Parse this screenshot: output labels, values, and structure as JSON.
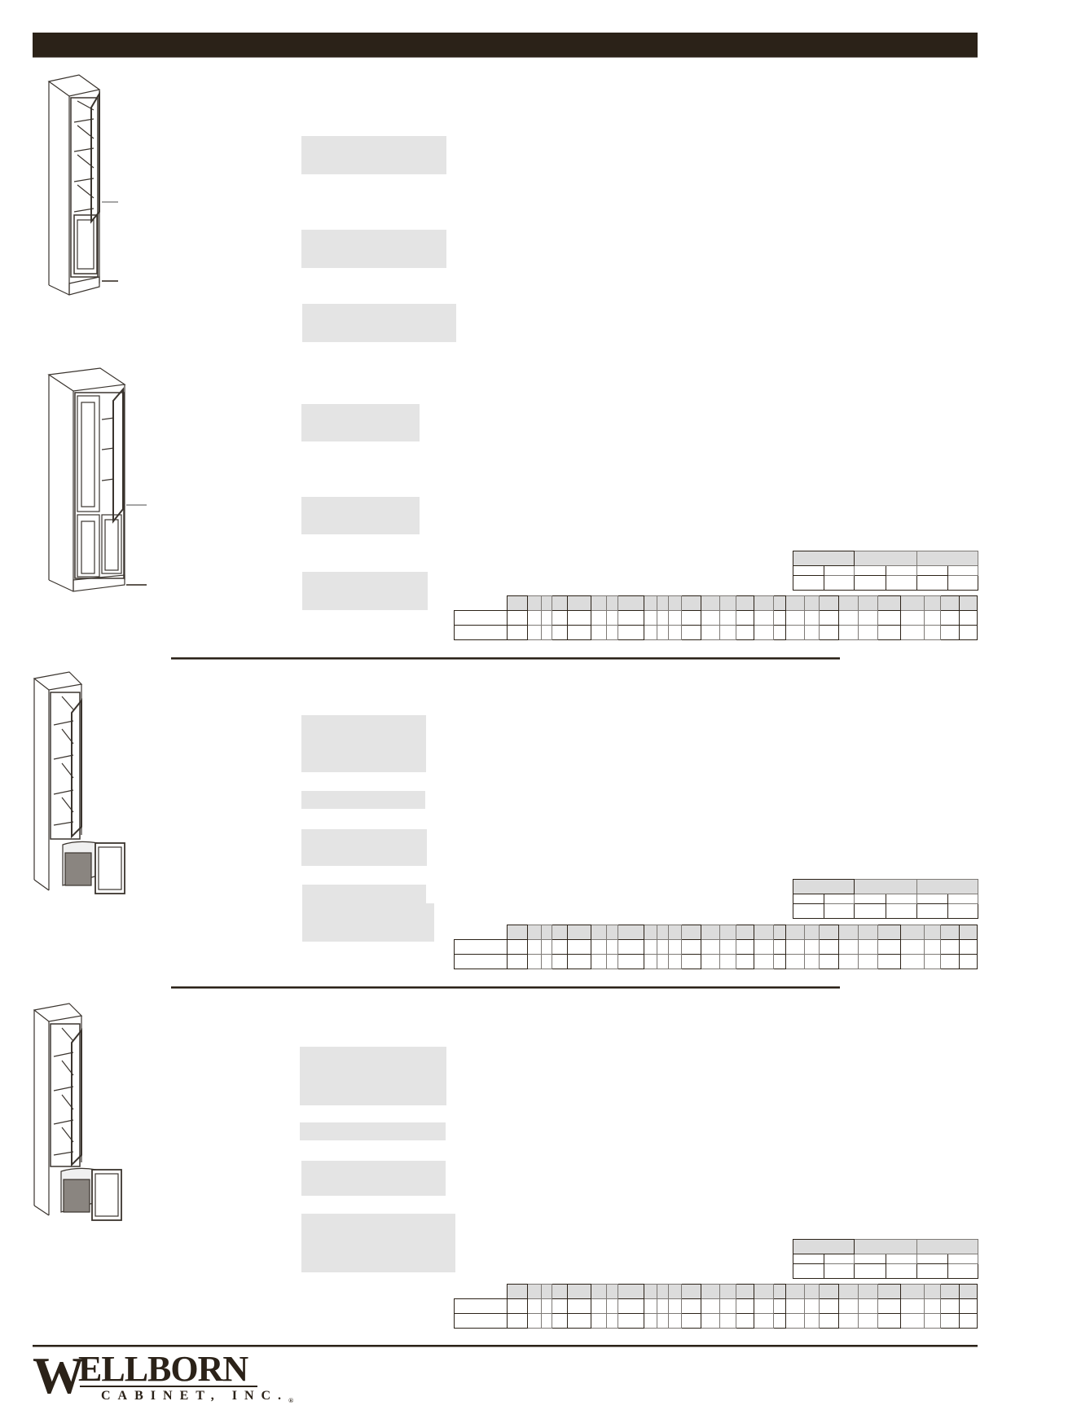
{
  "page": {
    "header_bar_color": "#2b2218",
    "placeholder_color": "#e4e4e4",
    "table_header_color": "#dcdcdc"
  },
  "sections": [
    {
      "name": "tall-cabinet-single-door-glass",
      "illustration": "single-door-tall-cabinet-icon",
      "text_blocks": 3,
      "tables": false
    },
    {
      "name": "tall-cabinet-double-door",
      "illustration": "double-door-tall-cabinet-icon",
      "text_blocks": 3,
      "tables": true
    },
    {
      "name": "tall-cabinet-hamper",
      "illustration": "hamper-tall-cabinet-icon",
      "text_blocks": 4,
      "tables": true
    },
    {
      "name": "tall-cabinet-hamper-2",
      "illustration": "hamper-tall-cabinet-icon",
      "text_blocks": 4,
      "tables": true
    }
  ],
  "footer": {
    "logo_initial": "W",
    "logo_word": "ELLBORN",
    "logo_subtitle": "CABINET, INC.",
    "logo_registered": "®"
  }
}
